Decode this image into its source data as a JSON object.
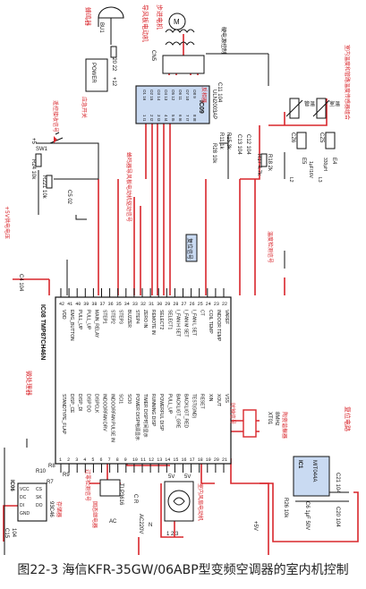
{
  "caption": "图22-3 海信KFR-35GW/06ABP型变频空调器的室内机控制",
  "ic08": {
    "name": "IC08 TMP87CH46N",
    "left_pins": [
      {
        "n": "1",
        "label": "STANDTYPE_FLAP"
      },
      {
        "n": "2",
        "label": "DISP_CE"
      },
      {
        "n": "3",
        "label": "DISP_DI"
      },
      {
        "n": "4",
        "label": "DISP DO"
      },
      {
        "n": "5",
        "label": "DISPCLK"
      },
      {
        "n": "6",
        "label": "INDOORFAN DRV"
      },
      {
        "n": "7",
        "label": "INDOORFAN PULSE IN"
      },
      {
        "n": "8",
        "label": "SCI1"
      },
      {
        "n": "9",
        "label": "SCI0"
      },
      {
        "n": "10",
        "label": "POWER DISP电源显示"
      },
      {
        "n": "11",
        "label": "TIMER DISP时间显示"
      },
      {
        "n": "12",
        "label": "RUNNING DISP"
      },
      {
        "n": "13",
        "label": "POWERFUL DISP"
      },
      {
        "n": "14",
        "label": "PULL_UP"
      },
      {
        "n": "15",
        "label": "BACKLIGT_GRE"
      },
      {
        "n": "16",
        "label": "BACKLIGT_RED"
      },
      {
        "n": "17",
        "label": "TEST(GND)"
      },
      {
        "n": "18",
        "label": "RESET"
      },
      {
        "n": "19",
        "label": "XIN"
      },
      {
        "n": "20",
        "label": "XOUT"
      },
      {
        "n": "21",
        "label": "VSS"
      }
    ],
    "right_pins": [
      {
        "n": "42",
        "label": "VDD"
      },
      {
        "n": "41",
        "label": "EMG_BUTTON"
      },
      {
        "n": "40",
        "label": "PULL_UP"
      },
      {
        "n": "39",
        "label": "PULL_UP"
      },
      {
        "n": "38",
        "label": "MAIN_RELAY"
      },
      {
        "n": "37",
        "label": "STEP1"
      },
      {
        "n": "36",
        "label": "STEP2"
      },
      {
        "n": "35",
        "label": "STEP3"
      },
      {
        "n": "34",
        "label": "BUZZER"
      },
      {
        "n": "33",
        "label": "STEP4"
      },
      {
        "n": "32",
        "label": "ZERO IN"
      },
      {
        "n": "31",
        "label": "REMOTE IN"
      },
      {
        "n": "30",
        "label": "SELECT2"
      },
      {
        "n": "29",
        "label": "SELECT1"
      },
      {
        "n": "28",
        "label": "I_FAN H SET"
      },
      {
        "n": "27",
        "label": "I_FAN M SET"
      },
      {
        "n": "26",
        "label": "I_FAN L SET"
      },
      {
        "n": "25",
        "label": "CT"
      },
      {
        "n": "24",
        "label": "COIL TEMP"
      },
      {
        "n": "23",
        "label": "INDOOR TEMP"
      },
      {
        "n": "22",
        "label": "VAREF"
      }
    ]
  },
  "ic09": {
    "name": "IC09",
    "part": "ULN2003AP",
    "fn": "反相器",
    "in_pins": [
      "1 I1",
      "2 I2",
      "3 I3",
      "4 I4",
      "5 I5",
      "6 I6",
      "7 I7",
      "8 I8"
    ],
    "out_pins": [
      "O1 16",
      "O2 15",
      "O3 14",
      "O4 13",
      "O5 12",
      "O6 11",
      "O7 10",
      "O8 9"
    ]
  },
  "ic06": {
    "name": "IC06",
    "part": "93C46",
    "fn": "存储器",
    "left_pins": [
      "VCC",
      "DC",
      "DI",
      "GND"
    ],
    "right_pins": [
      "CS",
      "SK",
      "DO"
    ]
  },
  "ic1": {
    "name": "IC1",
    "part": "MIT044A",
    "fn": "复位电路"
  },
  "tags": {
    "buzzer": "蜂鸣器",
    "bu1": "BU1",
    "stepper": "导风板电动机",
    "motor": "步进电机",
    "m": "M",
    "cn5": "CN5",
    "r20": "R20 22",
    "power": "POWER",
    "elec_ctrl": "硬电源控制",
    "v12": "+12",
    "c11": "C11 104",
    "emergency": "应急开关",
    "sw1": "SW1",
    "remote_sig": "遥控接收信号",
    "r24": "R24 10k",
    "r221": "R221 10k",
    "c5": "C5 02",
    "plus5": "+5",
    "buzzer_drive": "蜂鸣器导风板电动机驱动信号",
    "reset_sig": "复位信号",
    "v5_supply": "+5V供电电压",
    "c4": "C4 104",
    "mcu": "微处理器",
    "ch_sensor": "室内温度和管路温度传感器组合",
    "coil": "管温",
    "room": "室温",
    "cz6": "CZ6",
    "cz5": "CZ5",
    "e5": "E5",
    "e4": "E4",
    "l2": "L2",
    "l3": "L3",
    "uh330": "330μH",
    "cap1": "1μF/16V",
    "r17": "R17 4.7k",
    "r18": "R18 2k",
    "temp_sig": "温度检测信号",
    "c13": "C13 104",
    "c12": "C12 104",
    "r28": "R28 10k",
    "r11": "R11 1k",
    "r15": "R15 3k",
    "clock_sig": "时钟信号",
    "xt01": "XT01",
    "mhz": "8MHz",
    "osc": "陶瓷谐振器",
    "rst_circuit": "复位电路",
    "c21": "C21 104",
    "c20": "C20 104",
    "c6": "C6 1μF 50V",
    "r26": "R26 10k",
    "v5": "+5V",
    "r8": "R8",
    "r9": "R9",
    "r7": "R7",
    "r10": "R10",
    "c15": "C15",
    "c104": "104",
    "zero_sig": "过零检测信号",
    "tlp": "TLP3616",
    "ssr": "固态继电器",
    "fan_m": "室内风扇电动机",
    "cr": "C R",
    "ac": "AC",
    "ac220": "AC220V",
    "n": "N",
    "v5a": "5V",
    "v5b": "5V",
    "nums": "1 2 3"
  },
  "colors": {
    "wire_red": "#d9262c",
    "wire_black": "#111111",
    "chip_fill": "#ffffff",
    "accent_blue": "#c9daf2"
  }
}
